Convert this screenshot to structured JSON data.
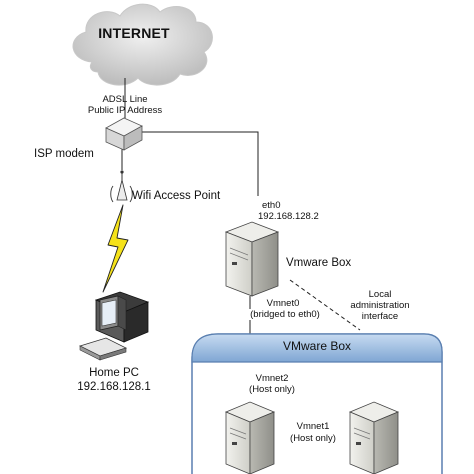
{
  "internet": {
    "label": "INTERNET"
  },
  "isp_link": {
    "line1": "ADSL Line",
    "line2": "Public IP Address"
  },
  "isp_modem": {
    "label": "ISP modem",
    "icon": "modem-icon"
  },
  "wifi": {
    "label": "Wifi Access Point",
    "icon": "wifi-antenna-icon"
  },
  "home_pc": {
    "label": "Home PC",
    "ip": "192.168.128.1",
    "icon": "desktop-pc-icon"
  },
  "vmware_host": {
    "eth_label": "eth0",
    "ip": "192.168.128.2",
    "label": "Vmware Box",
    "icon": "server-icon"
  },
  "vmnet0": {
    "line1": "Vmnet0",
    "line2": "(bridged to eth0)"
  },
  "local_admin": {
    "line1": "Local",
    "line2": "administration",
    "line3": "interface"
  },
  "vmware_container": {
    "title": "VMware Box",
    "header_color": "#8fb4dd"
  },
  "vmnet2": {
    "line1": "Vmnet2",
    "line2": "(Host only)"
  },
  "vmnet1": {
    "line1": "Vmnet1",
    "line2": "(Host only)"
  },
  "colors": {
    "lightning": "#f5e21a",
    "cloud": "#d8d8d8",
    "server_body": "#dcdcd4"
  }
}
